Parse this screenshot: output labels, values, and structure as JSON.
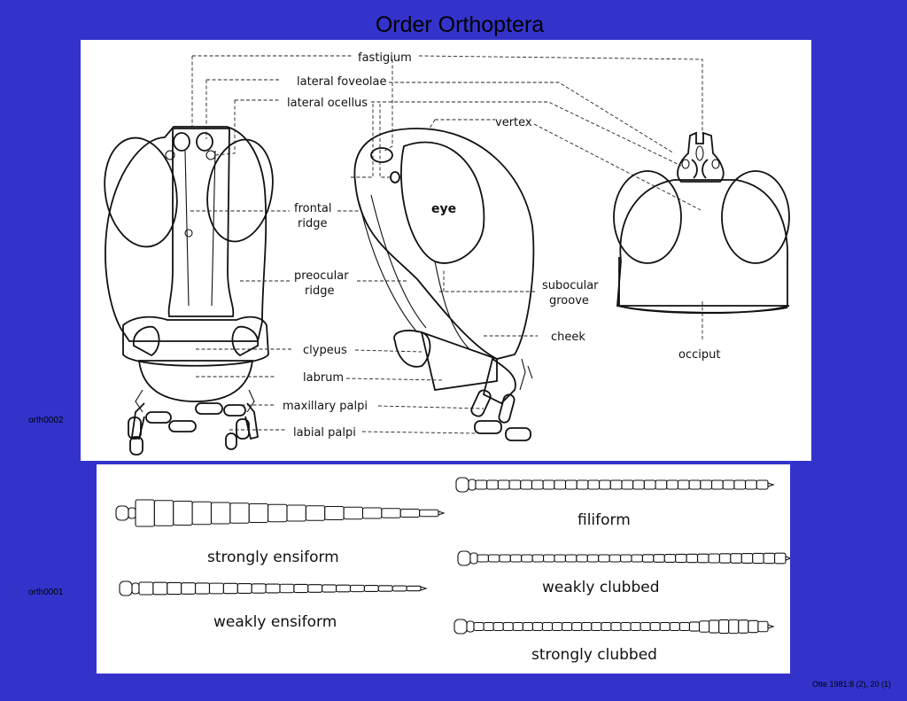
{
  "title": "Order Orthoptera",
  "head_figure": {
    "tag": "orth0002",
    "labels": {
      "fastigium": "fastigium",
      "lateral_foveolae": "lateral foveolae",
      "lateral_ocellus": "lateral ocellus",
      "vertex": "vertex",
      "frontal_ridge_1": "frontal",
      "frontal_ridge_2": "ridge",
      "eye": "eye",
      "preocular_ridge_1": "preocular",
      "preocular_ridge_2": "ridge",
      "subocular_groove_1": "subocular",
      "subocular_groove_2": "groove",
      "cheek": "cheek",
      "occiput": "occiput",
      "clypeus": "clypeus",
      "labrum": "labrum",
      "maxillary_palpi": "maxillary palpi",
      "labial_palpi": "labial palpi"
    }
  },
  "antenna_figure": {
    "tag": "orth0001",
    "types": {
      "strongly_ensiform": "strongly ensiform",
      "weakly_ensiform": "weakly ensiform",
      "filiform": "filiform",
      "weakly_clubbed": "weakly clubbed",
      "strongly_clubbed": "strongly clubbed"
    }
  },
  "citation": "Otte 1981:8 (2), 20 (1)"
}
